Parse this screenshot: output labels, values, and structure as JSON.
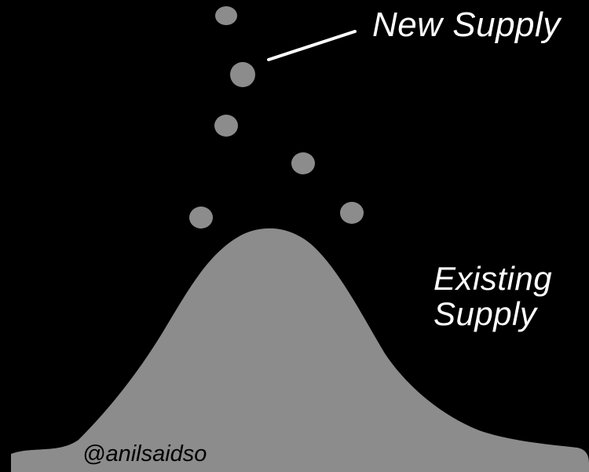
{
  "labels": {
    "new_supply": "New Supply",
    "existing_supply_line1": "Existing",
    "existing_supply_line2": "Supply",
    "credit": "@anilsaidso"
  },
  "colors": {
    "background": "#000000",
    "pile": "#8c8c8c",
    "drop": "#8c8c8c",
    "text": "#ffffff",
    "pointer": "#ffffff"
  }
}
